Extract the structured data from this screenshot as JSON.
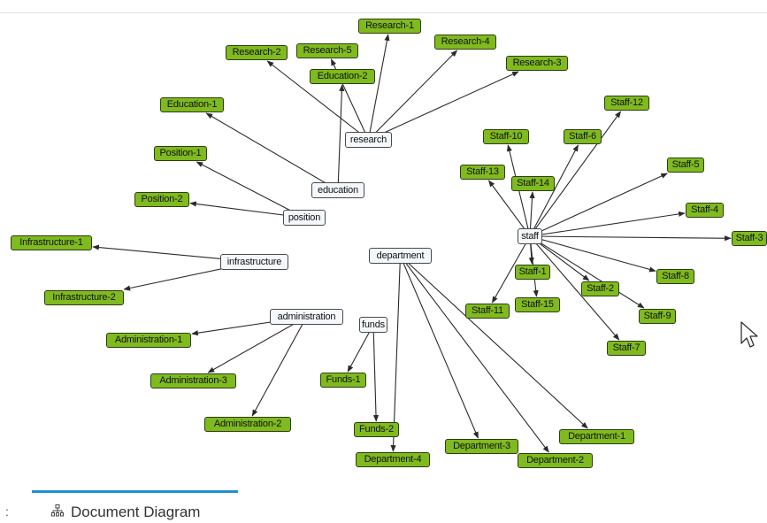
{
  "diagram": {
    "hubs": [
      {
        "id": "research",
        "label": "research"
      },
      {
        "id": "education",
        "label": "education"
      },
      {
        "id": "position",
        "label": "position"
      },
      {
        "id": "infrastructure",
        "label": "infrastructure"
      },
      {
        "id": "administration",
        "label": "administration"
      },
      {
        "id": "funds",
        "label": "funds"
      },
      {
        "id": "department",
        "label": "department"
      },
      {
        "id": "staff",
        "label": "staff"
      }
    ],
    "leaves": [
      {
        "id": "research-1",
        "label": "Research-1",
        "parent": "research"
      },
      {
        "id": "research-2",
        "label": "Research-2",
        "parent": "research"
      },
      {
        "id": "research-3",
        "label": "Research-3",
        "parent": "research"
      },
      {
        "id": "research-4",
        "label": "Research-4",
        "parent": "research"
      },
      {
        "id": "research-5",
        "label": "Research-5",
        "parent": "research"
      },
      {
        "id": "education-1",
        "label": "Education-1",
        "parent": "education"
      },
      {
        "id": "education-2",
        "label": "Education-2",
        "parent": "education"
      },
      {
        "id": "position-1",
        "label": "Position-1",
        "parent": "position"
      },
      {
        "id": "position-2",
        "label": "Position-2",
        "parent": "position"
      },
      {
        "id": "infrastructure-1",
        "label": "Infrastructure-1",
        "parent": "infrastructure"
      },
      {
        "id": "infrastructure-2",
        "label": "Infrastructure-2",
        "parent": "infrastructure"
      },
      {
        "id": "administration-1",
        "label": "Administration-1",
        "parent": "administration"
      },
      {
        "id": "administration-2",
        "label": "Administration-2",
        "parent": "administration"
      },
      {
        "id": "administration-3",
        "label": "Administration-3",
        "parent": "administration"
      },
      {
        "id": "funds-1",
        "label": "Funds-1",
        "parent": "funds"
      },
      {
        "id": "funds-2",
        "label": "Funds-2",
        "parent": "funds"
      },
      {
        "id": "department-1",
        "label": "Department-1",
        "parent": "department"
      },
      {
        "id": "department-2",
        "label": "Department-2",
        "parent": "department"
      },
      {
        "id": "department-3",
        "label": "Department-3",
        "parent": "department"
      },
      {
        "id": "department-4",
        "label": "Department-4",
        "parent": "department"
      },
      {
        "id": "staff-1",
        "label": "Staff-1",
        "parent": "staff"
      },
      {
        "id": "staff-2",
        "label": "Staff-2",
        "parent": "staff"
      },
      {
        "id": "staff-3",
        "label": "Staff-3",
        "parent": "staff"
      },
      {
        "id": "staff-4",
        "label": "Staff-4",
        "parent": "staff"
      },
      {
        "id": "staff-5",
        "label": "Staff-5",
        "parent": "staff"
      },
      {
        "id": "staff-6",
        "label": "Staff-6",
        "parent": "staff"
      },
      {
        "id": "staff-7",
        "label": "Staff-7",
        "parent": "staff"
      },
      {
        "id": "staff-8",
        "label": "Staff-8",
        "parent": "staff"
      },
      {
        "id": "staff-9",
        "label": "Staff-9",
        "parent": "staff"
      },
      {
        "id": "staff-10",
        "label": "Staff-10",
        "parent": "staff"
      },
      {
        "id": "staff-11",
        "label": "Staff-11",
        "parent": "staff"
      },
      {
        "id": "staff-12",
        "label": "Staff-12",
        "parent": "staff"
      },
      {
        "id": "staff-13",
        "label": "Staff-13",
        "parent": "staff"
      },
      {
        "id": "staff-14",
        "label": "Staff-14",
        "parent": "staff"
      },
      {
        "id": "staff-15",
        "label": "Staff-15",
        "parent": "staff"
      }
    ],
    "colors": {
      "leaf_fill": "#7fba1f",
      "leaf_border": "#2d3d0e",
      "hub_fill": "#f4f7fb",
      "edge": "#2a2a2a"
    }
  },
  "bottom_bar": {
    "separator": ":",
    "tab_label": "Document Diagram",
    "tab_icon": "diagram-icon",
    "accent": "#1f8fd1"
  }
}
